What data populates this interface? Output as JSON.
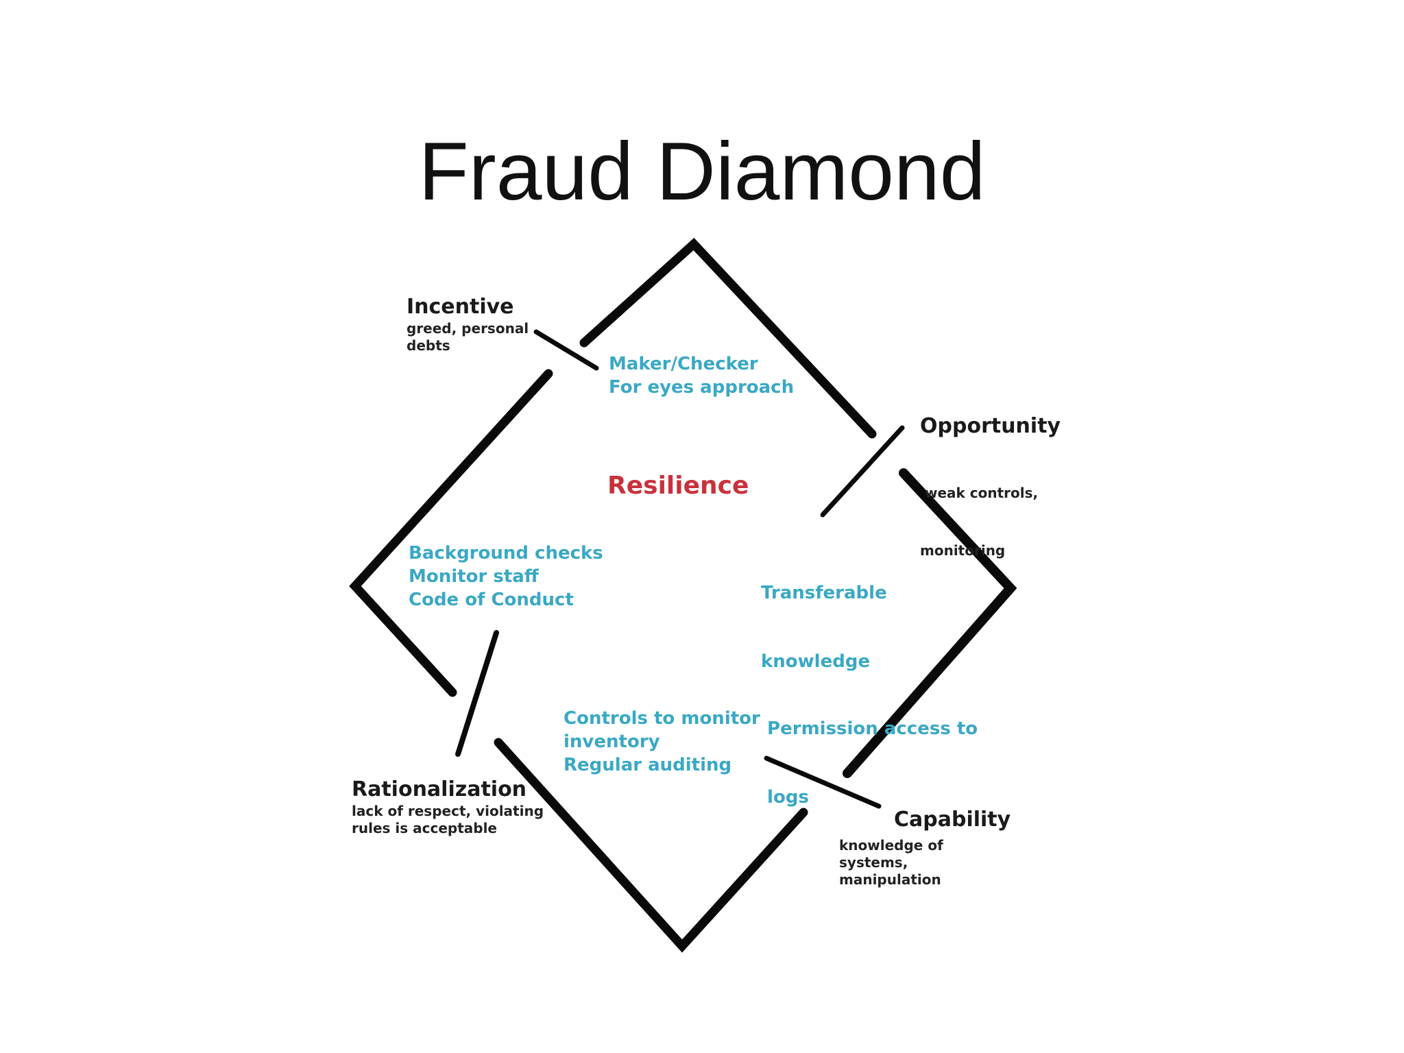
{
  "slide": {
    "title": "Fraud Diamond"
  },
  "center_label": "Resilience",
  "corners": {
    "incentive": {
      "title": "Incentive",
      "description": [
        "greed, personal",
        "debts"
      ]
    },
    "opportunity": {
      "title": "Opportunity",
      "description": [
        " weak controls,",
        "monitoring"
      ]
    },
    "capability": {
      "title": "Capability",
      "description": [
        "knowledge of",
        "systems,",
        "manipulation"
      ]
    },
    "rationalization": {
      "title": "Rationalization",
      "description": [
        "lack of respect, violating",
        "rules is acceptable"
      ]
    }
  },
  "controls": {
    "top": [
      "Maker/Checker",
      "For eyes approach"
    ],
    "left": [
      "Background checks",
      "Monitor staff",
      "Code of Conduct"
    ],
    "right": [
      "Transferable",
      "knowledge",
      " Permission access to",
      " logs"
    ],
    "bottom": [
      "Controls to monitor",
      "inventory",
      "Regular auditing"
    ]
  },
  "colors": {
    "title": "#111111",
    "stroke": "#0a0a0a",
    "controls": "#3aa8c4",
    "center": "#c8323c",
    "labels": "#1a1a1a"
  }
}
